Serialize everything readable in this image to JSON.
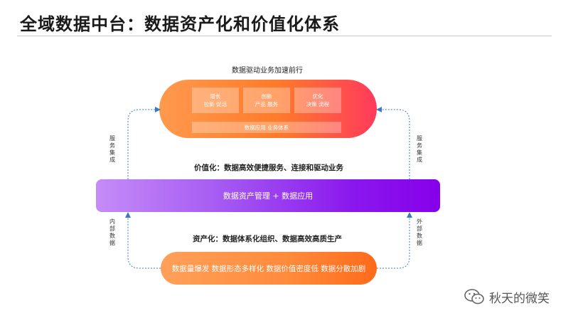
{
  "title": "全域数据中台：数据资产化和价值化体系",
  "top_caption": "数据驱动业务加速前行",
  "top_pill": {
    "boxes": [
      {
        "line1": "增长",
        "line2": "拉新 促活"
      },
      {
        "line1": "创新",
        "line2": "产品 服务"
      },
      {
        "line1": "优化",
        "line2": "决策 流程"
      }
    ],
    "bottom_box": "数据应用 业务体系"
  },
  "value_caption": "价值化：数据高效便捷服务、连接和驱动业务",
  "middle_bar": "数据资产管理 + 数据应用",
  "asset_caption": "资产化：数据体系化组织、数据高效高质生产",
  "bottom_pill": "数据量爆发 数据形态多样化 数据价值密度低 数据分散加剧",
  "side_labels": {
    "left_top": "服务集成",
    "right_top": "服务集成",
    "left_bottom": "内部数据",
    "right_bottom": "外部数据"
  },
  "watermark": "秋天的微笑",
  "colors": {
    "orange_start": "#ff9a4d",
    "orange_end": "#ff3a5c",
    "purple_start": "#c58cf7",
    "purple_end": "#8600ea",
    "arrow": "#3a78c8"
  }
}
